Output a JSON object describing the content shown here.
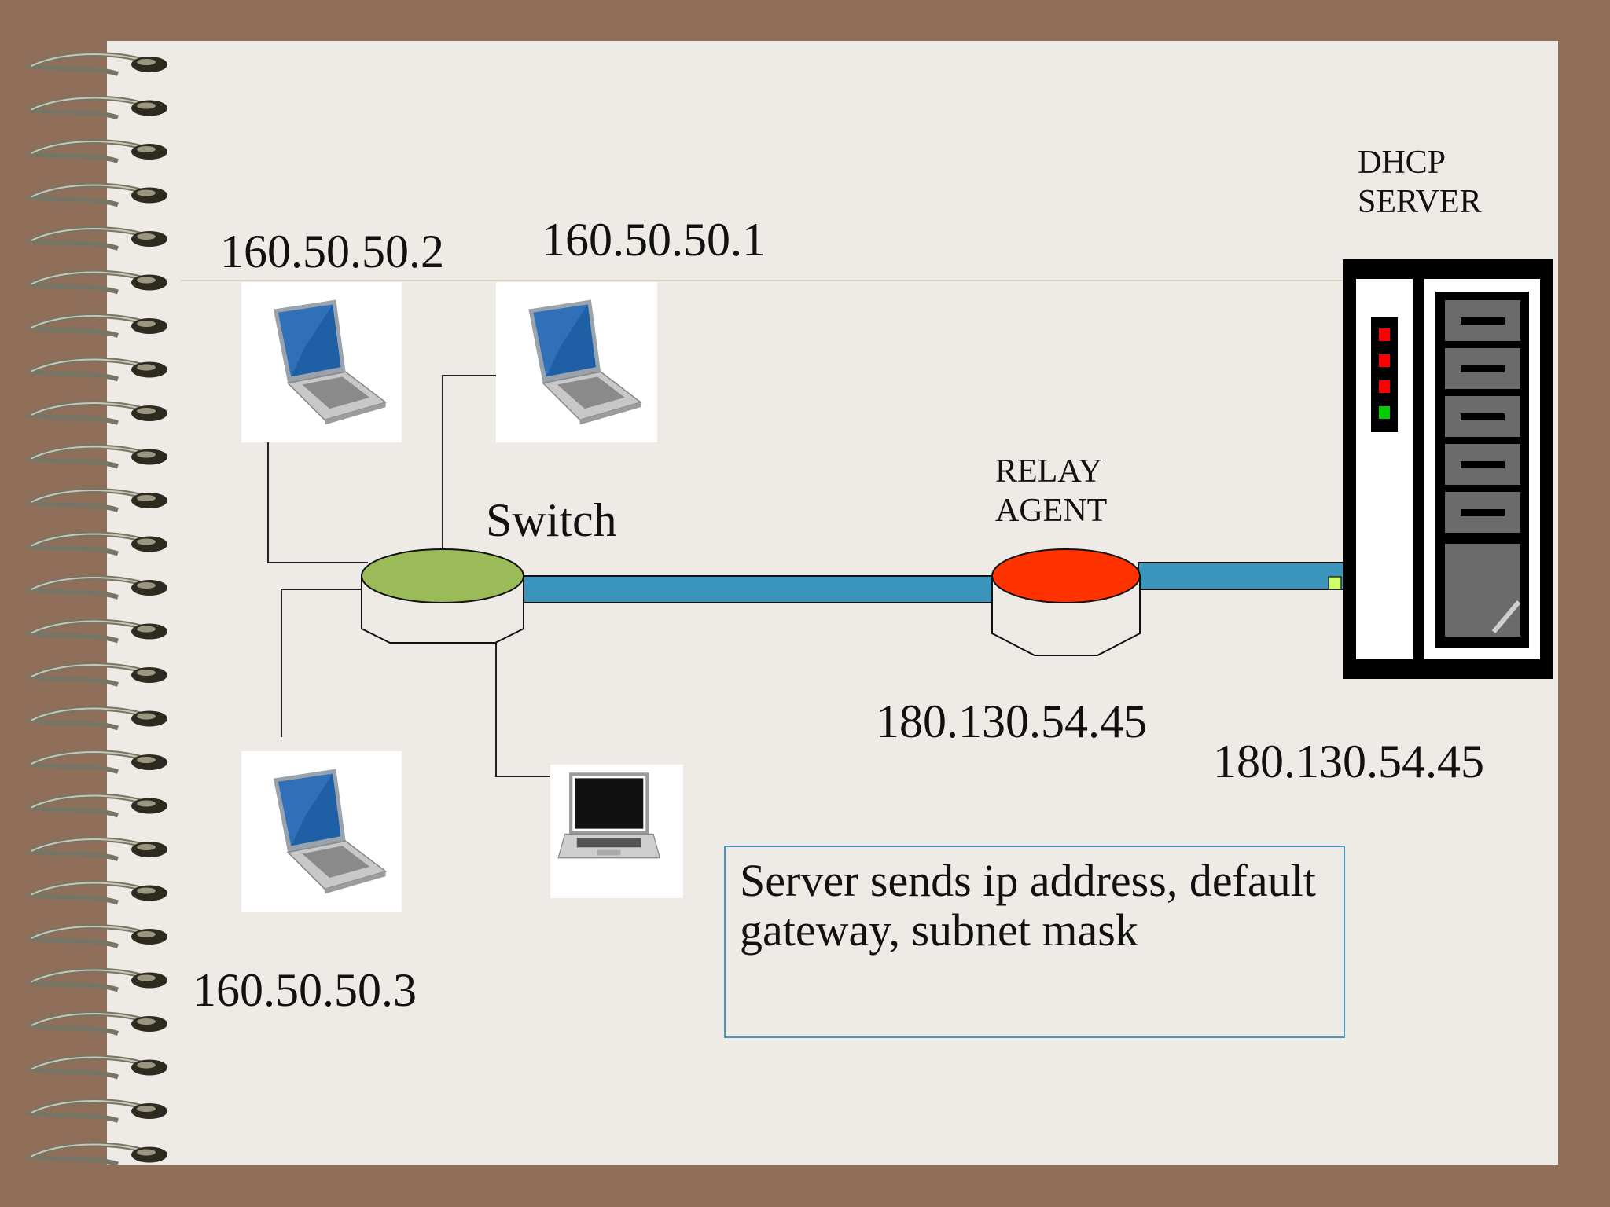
{
  "diagram": {
    "nodes": {
      "client_top_left": {
        "ip": "160.50.50.2"
      },
      "client_top_middle": {
        "ip": "160.50.50.1"
      },
      "client_bottom_left": {
        "ip": "160.50.50.3"
      },
      "client_bottom_right": {
        "ip": ""
      },
      "switch": {
        "label": "Switch",
        "color": "#9bbb59"
      },
      "relay_agent": {
        "label_line1": "RELAY",
        "label_line2": "AGENT",
        "ip": "180.130.54.45",
        "color": "#ff3300"
      },
      "dhcp_server": {
        "label_line1": "DHCP",
        "label_line2": "SERVER",
        "ip": "180.130.54.45"
      }
    },
    "links": [
      {
        "from": "client_top_left",
        "to": "switch"
      },
      {
        "from": "client_top_middle",
        "to": "switch"
      },
      {
        "from": "client_bottom_left",
        "to": "switch"
      },
      {
        "from": "client_bottom_right",
        "to": "switch"
      },
      {
        "from": "switch",
        "to": "relay_agent"
      },
      {
        "from": "relay_agent",
        "to": "dhcp_server"
      }
    ],
    "note": "Server sends ip address, default gateway, subnet mask",
    "colors": {
      "page": "#eeeae5",
      "binding": "#8f6e5a",
      "link": "#3a94bb",
      "server_lights": [
        "#ff0000",
        "#ff0000",
        "#ff0000",
        "#00cc00"
      ]
    }
  }
}
